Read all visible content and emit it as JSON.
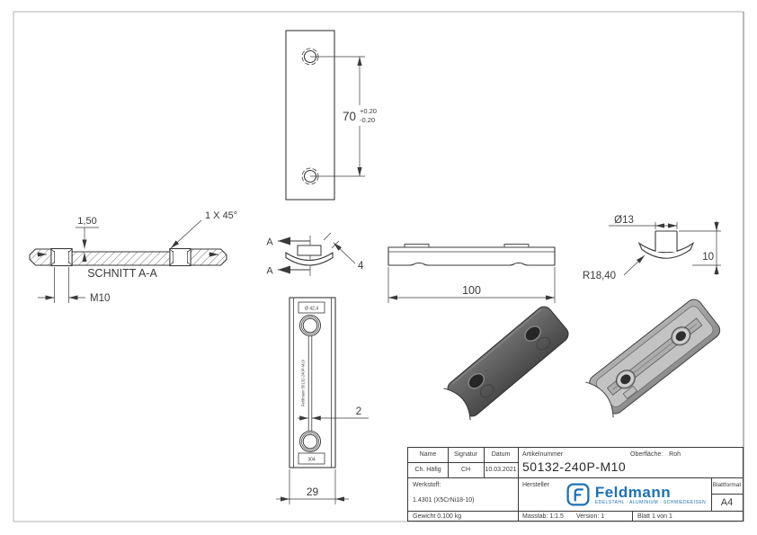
{
  "drawing": {
    "line_color": "#3a3a3a",
    "accent_blue": "#1d71b8",
    "frame_color": "#b0b0b0",
    "views": {
      "top": {
        "dim_hole_distance": "70",
        "tolerance_plus": "+0.20",
        "tolerance_minus": "-0.20"
      },
      "section": {
        "label": "SCHNITT A-A",
        "dim_recess": "1,50",
        "dim_chamfer": "1 X 45°",
        "dim_thread": "M10"
      },
      "end": {
        "cut_label": "A",
        "dim_thickness": "4"
      },
      "front": {
        "dim_length": "100"
      },
      "side": {
        "dim_boss_dia": "Ø13",
        "dim_radius": "R18,40",
        "dim_height": "10"
      },
      "bottom": {
        "dim_groove": "2",
        "dim_width": "29",
        "stamp_top": "Ø 42,4",
        "stamp_bottom": "304",
        "stamp_side": "Feldmann 50132-240P-M10"
      }
    }
  },
  "title_block": {
    "name_label": "Name",
    "signature_label": "Signatur",
    "date_label": "Datum",
    "name_value": "Ch. Häfig",
    "signature_value": "CH",
    "date_value": "10.03.2021",
    "article_label": "Artikelnummer",
    "article_value": "50132-240P-M10",
    "surface_label": "Oberfläche:",
    "surface_value": "Roh",
    "material_label": "Werkstoff:",
    "material_value": "1.4301 (X5CrNi18-10)",
    "manufacturer_label": "Hersteller",
    "logo_text": "Feldmann",
    "logo_tagline": "EDELSTAHL · ALUMINIUM · SCHMIEDEEISEN",
    "format_label": "Blattformat",
    "format_value": "A4",
    "weight_value": "Gewicht 0.100 kg",
    "scale_value": "Masstab: 1:1.5",
    "version_value": "Version: 1",
    "sheet_value": "Blatt 1 von 1"
  }
}
